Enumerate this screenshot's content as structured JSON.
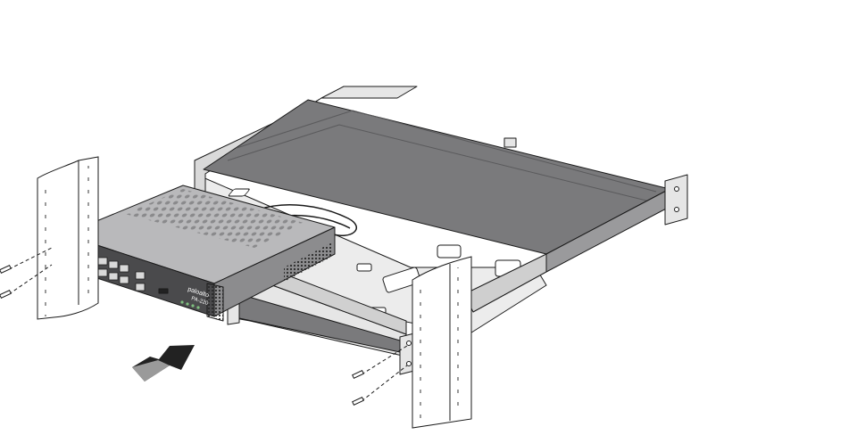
{
  "diagram": {
    "brand_text": "paloalto",
    "model_text": "PA-220",
    "colors": {
      "tray_dark": "#6e6e70",
      "tray_mid": "#8c8c8e",
      "tray_light": "#d8d8d8",
      "device_top": "#b9b9bb",
      "device_front": "#4a4a4c",
      "rail": "#e6e6e6",
      "outline": "#1a1a1a",
      "arrow_dark": "#222222",
      "arrow_light": "#9a9a9a",
      "led": "#7fbf7f"
    },
    "icons": {
      "insert_arrow": "insert-direction-arrow",
      "screw": "screw-icon",
      "logo": "paloalto-logo"
    }
  }
}
